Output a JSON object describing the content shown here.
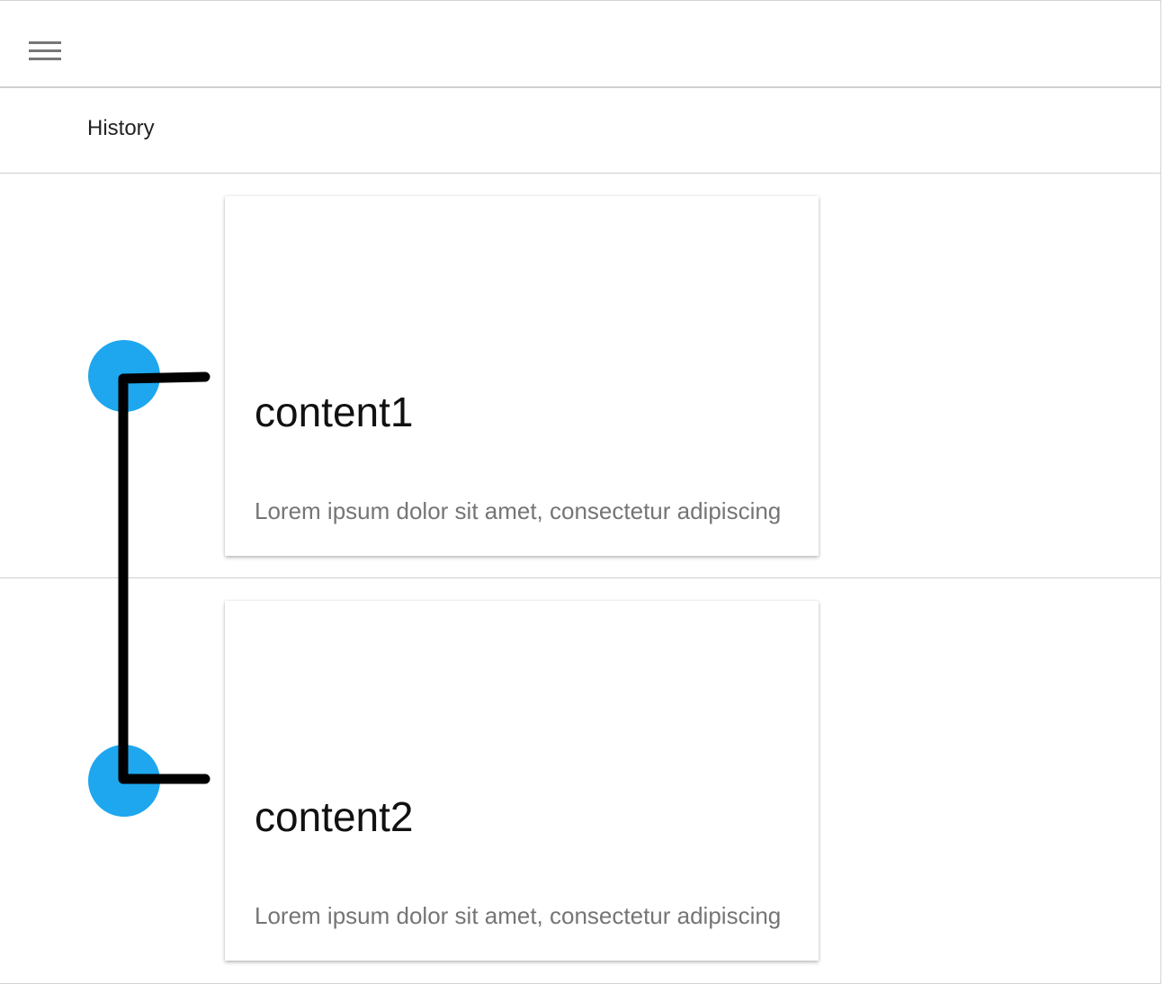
{
  "header": {
    "menu_icon": "hamburger-menu-icon"
  },
  "section": {
    "title": "History"
  },
  "timeline": {
    "accent_color": "#1ea7ee",
    "connector_color": "#000000",
    "items": [
      {
        "title": "content1",
        "text": "Lorem ipsum dolor sit amet, consectetur adipiscing"
      },
      {
        "title": "content2",
        "text": "Lorem ipsum dolor sit amet, consectetur adipiscing"
      }
    ]
  }
}
